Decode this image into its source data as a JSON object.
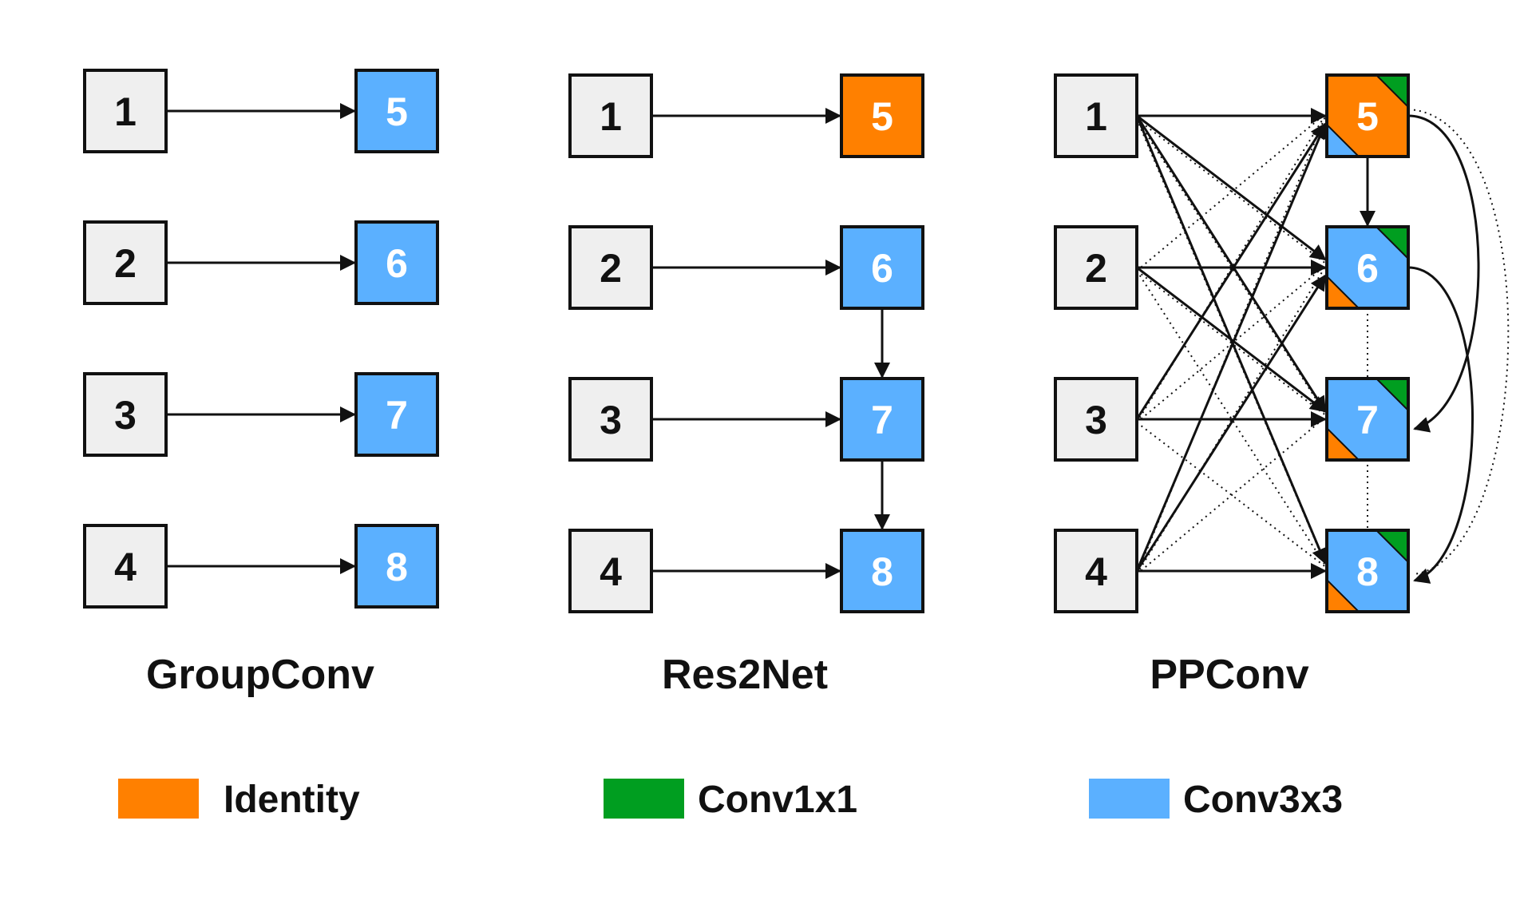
{
  "colors": {
    "input_fill": "#EFEFEF",
    "identity": "#FF8000",
    "conv1x1": "#009E20",
    "conv3x3": "#5BB0FF",
    "stroke": "#111111",
    "input_text": "#111111",
    "output_text": "#FFFFFF"
  },
  "panels": [
    {
      "title": "GroupConv",
      "inputs": [
        "1",
        "2",
        "3",
        "4"
      ],
      "outputs": [
        {
          "label": "5",
          "color": "conv3x3"
        },
        {
          "label": "6",
          "color": "conv3x3"
        },
        {
          "label": "7",
          "color": "conv3x3"
        },
        {
          "label": "8",
          "color": "conv3x3"
        }
      ]
    },
    {
      "title": "Res2Net",
      "inputs": [
        "1",
        "2",
        "3",
        "4"
      ],
      "outputs": [
        {
          "label": "5",
          "color": "identity"
        },
        {
          "label": "6",
          "color": "conv3x3"
        },
        {
          "label": "7",
          "color": "conv3x3"
        },
        {
          "label": "8",
          "color": "conv3x3"
        }
      ]
    },
    {
      "title": "PPConv",
      "inputs": [
        "1",
        "2",
        "3",
        "4"
      ],
      "outputs": [
        {
          "label": "5",
          "color": "identity",
          "corner_top": "conv1x1",
          "corner_bottom": "conv3x3"
        },
        {
          "label": "6",
          "color": "conv3x3",
          "corner_top": "conv1x1",
          "corner_bottom": "identity"
        },
        {
          "label": "7",
          "color": "conv3x3",
          "corner_top": "conv1x1",
          "corner_bottom": "identity"
        },
        {
          "label": "8",
          "color": "conv3x3",
          "corner_top": "conv1x1",
          "corner_bottom": "identity"
        }
      ]
    }
  ],
  "legend": [
    {
      "label": "Identity",
      "color": "identity"
    },
    {
      "label": "Conv1x1",
      "color": "conv1x1"
    },
    {
      "label": "Conv3x3",
      "color": "conv3x3"
    }
  ]
}
